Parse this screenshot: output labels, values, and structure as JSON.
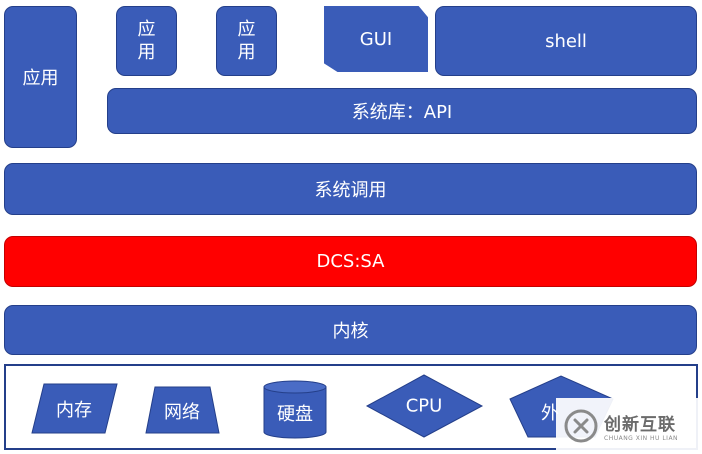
{
  "layers": {
    "app_left": "应用",
    "app_small_1": "应用",
    "app_small_2": "应用",
    "gui": "GUI",
    "shell": "shell",
    "syslib": "系统库：API",
    "syscall": "系统调用",
    "dcs": "DCS:SA",
    "kernel": "内核"
  },
  "hardware": {
    "memory": "内存",
    "network": "网络",
    "disk": "硬盘",
    "cpu": "CPU",
    "peripheral": "外"
  },
  "watermark": {
    "main": "创新互联",
    "sub": "CHUANG XIN HU LIAN"
  },
  "colors": {
    "box_fill": "#3a5cb8",
    "box_border": "#243f8a",
    "highlight": "#ff0000"
  }
}
